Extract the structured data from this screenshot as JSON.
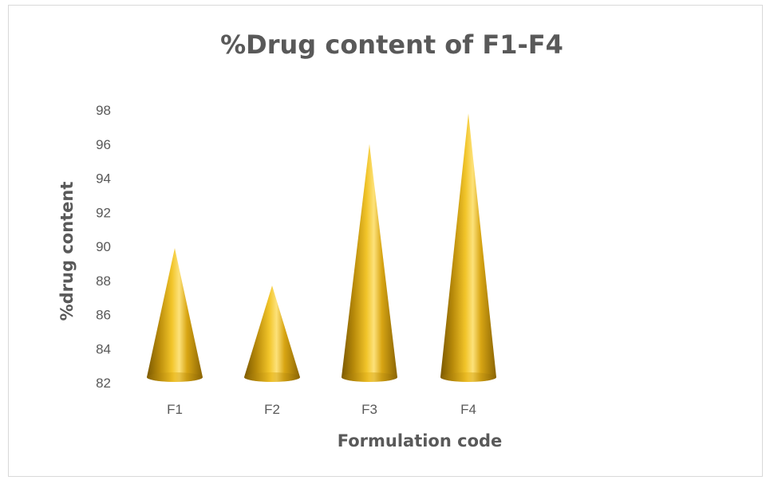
{
  "chart_data": {
    "type": "bar",
    "bar_shape": "cone",
    "title": "%Drug content of F1-F4",
    "xlabel": "Formulation code",
    "ylabel": "%drug content",
    "categories": [
      "F1",
      "F2",
      "F3",
      "F4"
    ],
    "values": [
      89.9,
      87.7,
      96.0,
      97.8
    ],
    "ylim": [
      82,
      98
    ],
    "yticks": [
      "82",
      "84",
      "86",
      "88",
      "90",
      "92",
      "94",
      "96",
      "98"
    ],
    "grid": false,
    "legend": "none",
    "bar_color": "#d4a017"
  }
}
